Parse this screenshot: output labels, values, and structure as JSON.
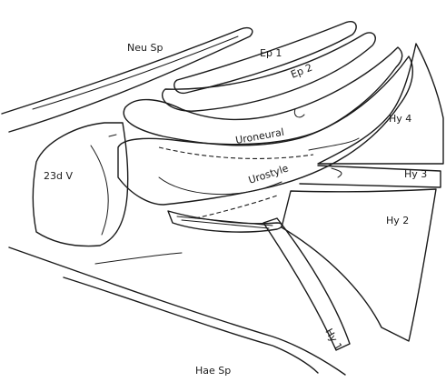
{
  "labels": {
    "neural_spine": "Neu Sp",
    "epural_1": "Ep 1",
    "epural_2": "Ep 2",
    "hypural_4": "Hy 4",
    "uroneural": "Uroneural",
    "hypural_3": "Hy 3",
    "vertebra_23": "23d V",
    "urostyle": "Urostyle",
    "hypural_2": "Hy 2",
    "hypural_1": "Hy 1",
    "haemal_spine": "Hae Sp"
  }
}
